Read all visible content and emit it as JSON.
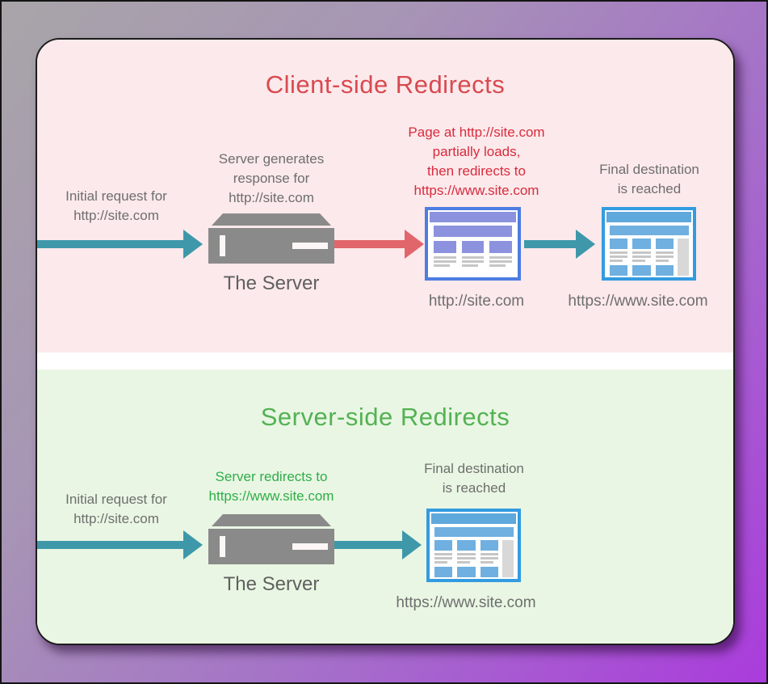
{
  "colors": {
    "background_gray": "#a8a5a8",
    "background_purple": "#aa3cdc",
    "pink_section_bg": "#fce9eb",
    "green_section_bg": "#e9f6e3",
    "client_title_red": "#d84a50",
    "server_title_green": "#53b253",
    "note_red": "#d92b3d",
    "note_green": "#2fad49",
    "gray_text": "#6e6e6e",
    "teal_arrow": "#3e98aa",
    "red_arrow": "#e0666c",
    "server_gray": "#8a8a8a",
    "purple_browser_border": "#4d7ce2",
    "purple_browser_accent": "#8c92de",
    "blue_browser_border": "#339be0",
    "blue_browser_accent": "#6fb0e0"
  },
  "icons": {
    "server": "server-icon",
    "browser": "browser-window-icon",
    "teal_arrow": "arrow-right-icon",
    "red_arrow": "redirect-arrow-icon"
  },
  "client_side": {
    "title": "Client-side Redirects",
    "initial_request": "Initial request for\nhttp://site.com",
    "server_label": "Server generates\nresponse for\nhttp://site.com",
    "server_caption": "The Server",
    "redirect_note": "Page at http://site.com\npartially loads,\nthen redirects to\nhttps://www.site.com",
    "final_note": "Final destination\nis reached",
    "browser1_url": "http://site.com",
    "browser2_url": "https://www.site.com"
  },
  "server_side": {
    "title": "Server-side Redirects",
    "initial_request": "Initial request for\nhttp://site.com",
    "server_label": "Server redirects to\nhttps://www.site.com",
    "server_caption": "The Server",
    "final_note": "Final destination\nis reached",
    "browser_url": "https://www.site.com"
  }
}
